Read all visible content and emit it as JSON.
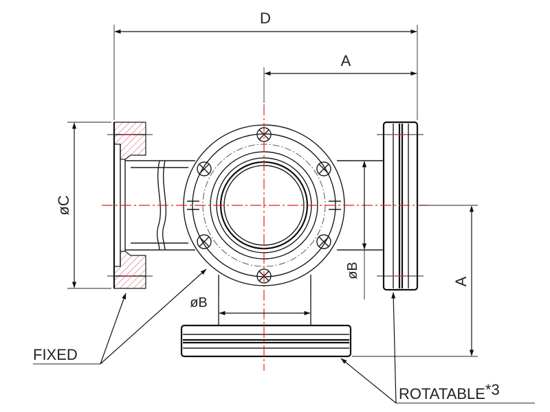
{
  "labels": {
    "overall_length": "D",
    "port_offset_top": "A",
    "port_offset_right": "A",
    "flange_diameter": "øC",
    "tube_diameter_right": "øB",
    "tube_diameter_bottom": "øB",
    "fixed_callout": "FIXED",
    "rotatable_callout": "ROTATABLE",
    "rotatable_note": "*3"
  },
  "colors": {
    "centerline": "#e02020",
    "hatch": "#c24a6a",
    "line": "#1a1a1a"
  }
}
